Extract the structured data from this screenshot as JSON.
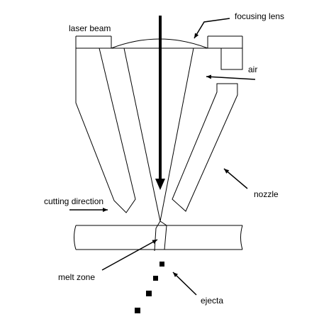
{
  "labels": {
    "laser_beam": "laser beam",
    "focusing_lens": "focusing lens",
    "air": "air",
    "nozzle": "nozzle",
    "cutting_direction": "cutting direction",
    "melt_zone": "melt zone",
    "ejecta": "ejecta"
  },
  "colors": {
    "stroke": "#000000",
    "background": "#ffffff"
  }
}
